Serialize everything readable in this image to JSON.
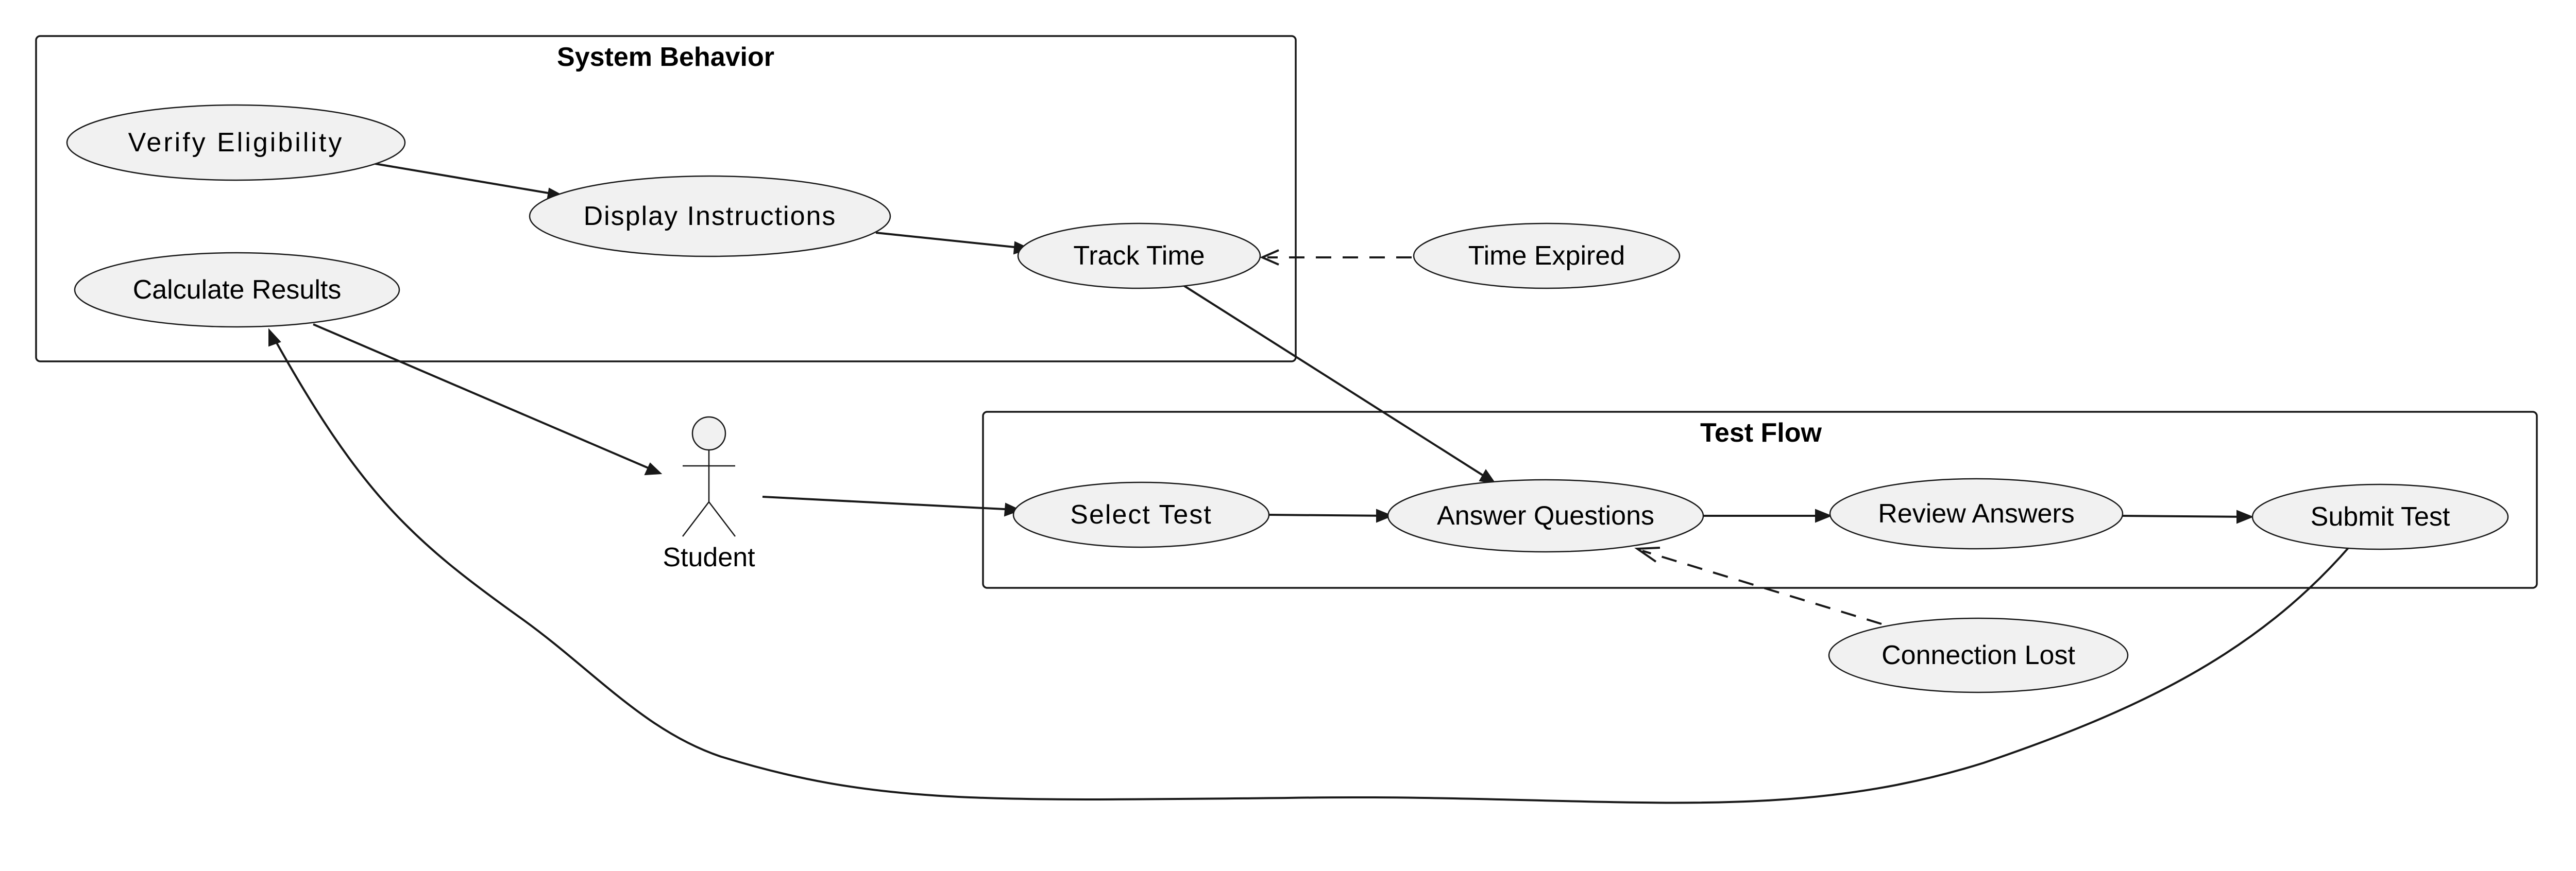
{
  "packages": {
    "system_behavior": {
      "title": "System Behavior"
    },
    "test_flow": {
      "title": "Test Flow"
    }
  },
  "actor": {
    "label": "Student"
  },
  "use_cases": {
    "verify_eligibility": "Verify Eligibility",
    "display_instructions": "Display Instructions",
    "calculate_results": "Calculate Results",
    "track_time": "Track Time",
    "time_expired": "Time Expired",
    "select_test": "Select Test",
    "answer_questions": "Answer Questions",
    "review_answers": "Review Answers",
    "submit_test": "Submit Test",
    "connection_lost": "Connection Lost"
  }
}
